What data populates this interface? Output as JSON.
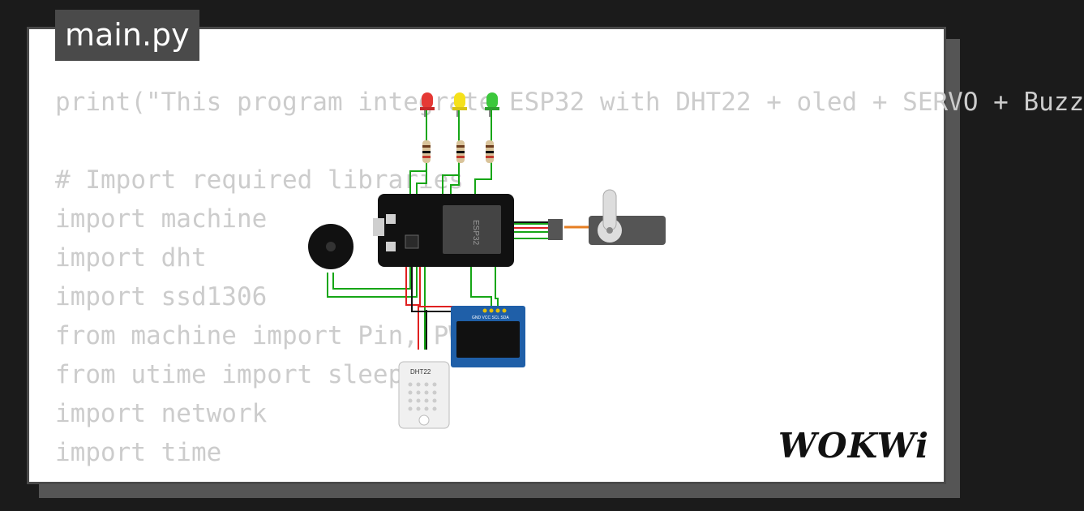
{
  "file_tab": {
    "label": "main.py"
  },
  "code": {
    "lines": [
      "print(\"This program integrate ESP32 with DHT22 + oled + SERVO + Buzz",
      "",
      "# Import required libraries",
      "import machine",
      "import dht",
      "import ssd1306",
      "from machine import Pin, PWM",
      "from utime import sleep",
      "import network",
      "import time"
    ]
  },
  "circuit": {
    "board_label": "ESP32",
    "sensor_label": "DHT22",
    "oled_pins": "GND VCC SCL SDA",
    "led_colors": {
      "red": "#e53935",
      "yellow": "#f5e11b",
      "green": "#3cc83c"
    },
    "wire_colors": {
      "signal": "#16a616",
      "power": "#e02020",
      "ground": "#111111"
    }
  },
  "brand": {
    "logo_text": "WOKWi"
  },
  "colors": {
    "background": "#1b1b1b",
    "card": "#ffffff",
    "frame": "#4a4a4a",
    "code_text": "#cccccc"
  }
}
